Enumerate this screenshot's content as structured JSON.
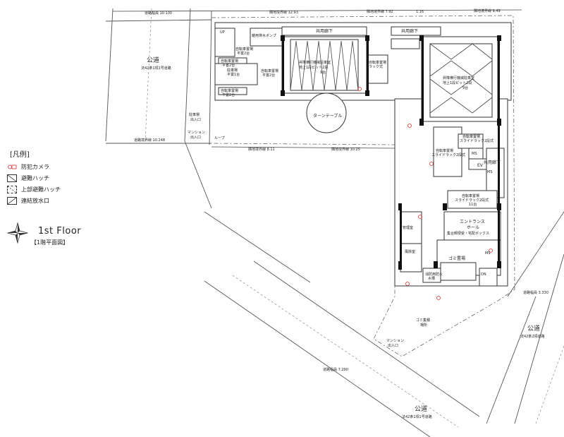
{
  "legend": {
    "title": "凡例",
    "items": [
      {
        "label": "防犯カメラ",
        "icon": "camera-icon"
      },
      {
        "label": "避難ハッチ",
        "icon": "hatch-icon"
      },
      {
        "label": "上部避難ハッチ",
        "icon": "upper-hatch-icon"
      },
      {
        "label": "連結放水口",
        "icon": "outlet-icon"
      }
    ]
  },
  "floor": {
    "title": "1st Floor",
    "subtitle": "【1階平面図】"
  },
  "roads": {
    "left": {
      "name": "公道",
      "law": "法42条1項1号道路"
    },
    "right": {
      "name": "公道",
      "law": "法42条2項道路"
    },
    "bottom": {
      "name": "公道",
      "law": "法42条1項1号道路"
    }
  },
  "rooms": {
    "corridor_1": "共用廊下",
    "corridor_2": "共用廊下",
    "corridor_3": "共用廊下",
    "mech_parking_1": "昇降横行機械駐車室",
    "mech_parking_1_sub": "地上1段ピット2段",
    "mech_parking_1_cap": "9台",
    "mech_parking_2": "昇降横行機械駐車室",
    "mech_parking_2_sub": "地上1段ピット2段",
    "mech_parking_2_cap": "9台",
    "turntable": "ターンテーブル",
    "bike_1": "自転車置場",
    "bike_1_sub": "平置2台",
    "bike_2": "自転車置場",
    "bike_2_sub": "平置2台",
    "bike_3": "自転車置場",
    "bike_3_sub": "平置2台",
    "bike_4": "自転車置場",
    "bike_4_sub": "平置2台",
    "moto": "駐車場",
    "moto_sub": "平置1台",
    "pump": "雑用排水ポンプ",
    "bike_rack_1": "自転車置場",
    "bike_rack_1_sub": "ラック式",
    "bike_rack_2": "自転車置場",
    "bike_rack_2_sub": "スライドラック2段式",
    "bike_rack_3": "自転車置場",
    "bike_rack_3_sub": "スライドラック2段式",
    "bike_rack_4": "自転車置場",
    "bike_rack_4_sub": "スライドラック2段式",
    "bike_rack_4_cap": "11台",
    "ev": "EV",
    "ms1": "MS",
    "ms2": "MS",
    "ms3": "MS",
    "entrance_hall": "エントランス",
    "entrance_hall_2": "ホール",
    "mailbox": "集合郵便受・宅配ボックス",
    "guard": "管理室",
    "windbreak": "風除室",
    "garbage": "ゴミ置場",
    "fire_tank": "消防用防火",
    "fire_tank_2": "水槽",
    "garbage_collect": "ゴミ集積",
    "garbage_collect_2": "場所",
    "mansion_entrance": "マンション",
    "mansion_entrance_2": "出入口",
    "parking_entrance": "駐車場",
    "parking_entrance_2": "出入口",
    "mansion_entrance_top": "マンション",
    "mansion_entrance_top_2": "出入口",
    "loop": "ループ",
    "up_label": "UP",
    "dn_label": "DN"
  },
  "dims": {
    "top_road": "道路幅員 10.130",
    "top_a": "隣地境界線 12.93",
    "top_b": "隣地境界線 7.92",
    "top_c": "1.16",
    "top_d": "隣地境界線 9.49",
    "mid_a": "道路境界線 10.248",
    "mid_b": "隣地境界線 8.11",
    "mid_c": "隣地境界線 10.25",
    "right_road": "道路幅員 3.330",
    "bottom_road": "道路幅員 7.290"
  }
}
